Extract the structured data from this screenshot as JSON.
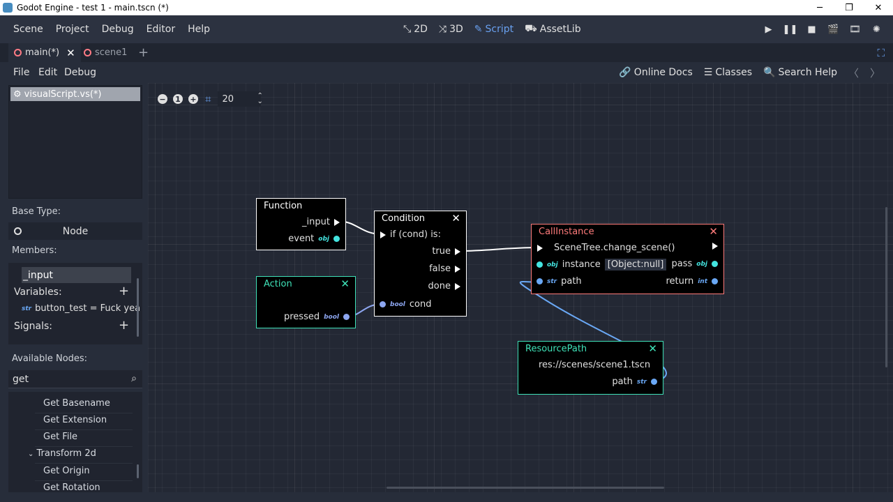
{
  "window": {
    "title": "Godot Engine - test 1 - main.tscn (*)",
    "minimize": "─",
    "maximize": "❐",
    "close": "✕"
  },
  "menu": {
    "left": [
      "Scene",
      "Project",
      "Debug",
      "Editor",
      "Help"
    ],
    "workspaces": [
      {
        "label": "2D",
        "icon": "2d-icon"
      },
      {
        "label": "3D",
        "icon": "3d-icon"
      },
      {
        "label": "Script",
        "icon": "script-icon"
      },
      {
        "label": "AssetLib",
        "icon": "assetlib-icon"
      }
    ],
    "active_workspace": "Script"
  },
  "tabs": [
    {
      "label": "main(*)",
      "active": true
    },
    {
      "label": "scene1",
      "active": false
    }
  ],
  "script_menu": [
    "File",
    "Edit",
    "Debug"
  ],
  "help": {
    "online_docs": "Online Docs",
    "classes": "Classes",
    "search_help": "Search Help"
  },
  "left": {
    "script_item": "visualScript.vs(*)",
    "base_type_label": "Base Type:",
    "base_type_value": "Node",
    "members_label": "Members:",
    "member_selected": "_input",
    "variables_label": "Variables:",
    "variable_type": "str",
    "variable_item": "button_test = Fuck yea",
    "signals_label": "Signals:",
    "available_nodes_label": "Available Nodes:",
    "search_value": "get",
    "node_items": [
      "Get Basename",
      "Get Extension",
      "Get File",
      "Transform 2d",
      "Get Origin",
      "Get Rotation"
    ]
  },
  "toolbar": {
    "snap_value": "20"
  },
  "nodes": {
    "function": {
      "title": "Function",
      "out_exec": "_input",
      "out_event": "event",
      "event_type": "obj"
    },
    "action": {
      "title": "Action",
      "pressed": "pressed",
      "pressed_type": "bool"
    },
    "condition": {
      "title": "Condition",
      "in_exec": "if (cond) is:",
      "true": "true",
      "false": "false",
      "done": "done",
      "cond": "cond",
      "cond_type": "bool"
    },
    "callinstance": {
      "title": "CallInstance",
      "method": "SceneTree.change_scene()",
      "instance": "instance",
      "instance_type": "obj",
      "instance_value": "[Object:null]",
      "pass": "pass",
      "pass_type": "obj",
      "path": "path",
      "path_type": "str",
      "return": "return",
      "return_type": "int"
    },
    "resourcepath": {
      "title": "ResourcePath",
      "value": "res://scenes/scene1.tscn",
      "path": "path",
      "path_type": "str"
    }
  },
  "colors": {
    "function": "#ffffff",
    "action": "#3fe2b8",
    "condition": "#ffffff",
    "callinstance": "#ff7b7b",
    "resourcepath": "#3fe2b8",
    "obj_port": "#44e4e0",
    "bool_port": "#8da6f0",
    "str_port": "#6aa8f5",
    "int_port": "#6aa8f5",
    "accent": "#69a0ef"
  }
}
